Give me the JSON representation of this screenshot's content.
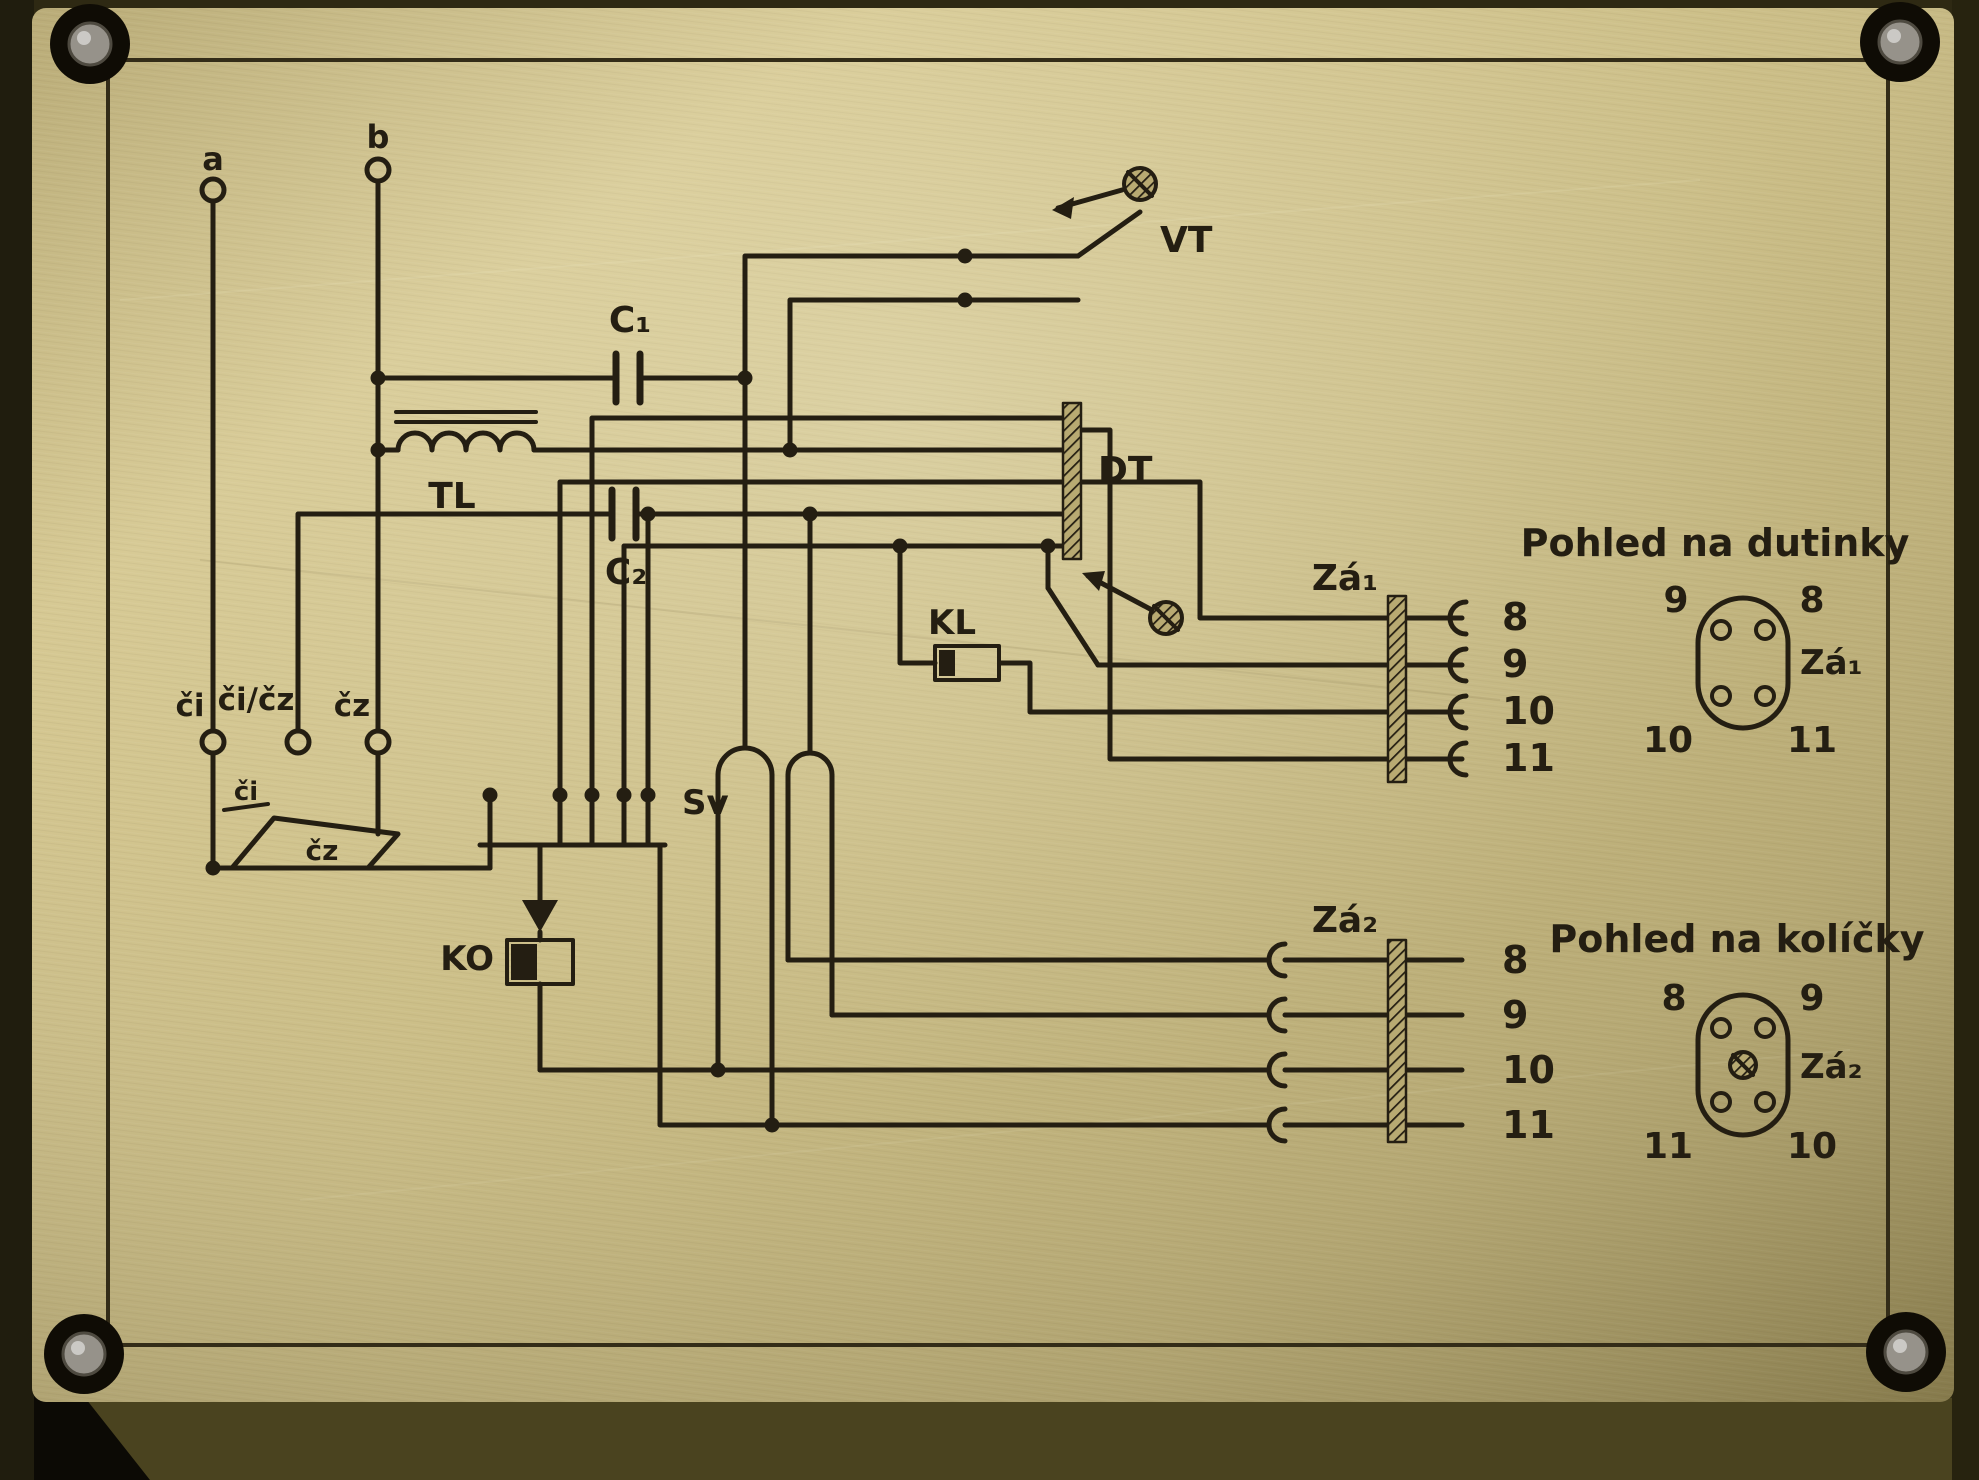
{
  "diagram": {
    "terminals": {
      "a": "a",
      "b": "b"
    },
    "components": {
      "c1": "C₁",
      "c2": "C₂",
      "tl": "TL",
      "vt": "VT",
      "dt": "DT",
      "kl": "KL",
      "sv": "Sv",
      "ko": "KO"
    },
    "selector": {
      "ci": "či",
      "ci_cz": "či/čz",
      "cz": "čz",
      "wedge_ci": "či",
      "wedge_cz": "čz"
    },
    "connector1": {
      "label": "Zá₁",
      "pins": [
        "8",
        "9",
        "10",
        "11"
      ]
    },
    "connector2": {
      "label": "Zá₂",
      "pins": [
        "8",
        "9",
        "10",
        "11"
      ]
    },
    "socket_view": {
      "title": "Pohled na dutinky",
      "label": "Zá₁",
      "top_left": "9",
      "top_right": "8",
      "bottom_left": "10",
      "bottom_right": "11"
    },
    "pin_view": {
      "title": "Pohled na kolíčky",
      "label": "Zá₂",
      "top_left": "8",
      "top_right": "9",
      "bottom_left": "11",
      "bottom_right": "10"
    }
  },
  "colors": {
    "plate": "#c6b87f",
    "ink": "#241e12",
    "frame": "#2e2913",
    "screw": "#96928a"
  }
}
